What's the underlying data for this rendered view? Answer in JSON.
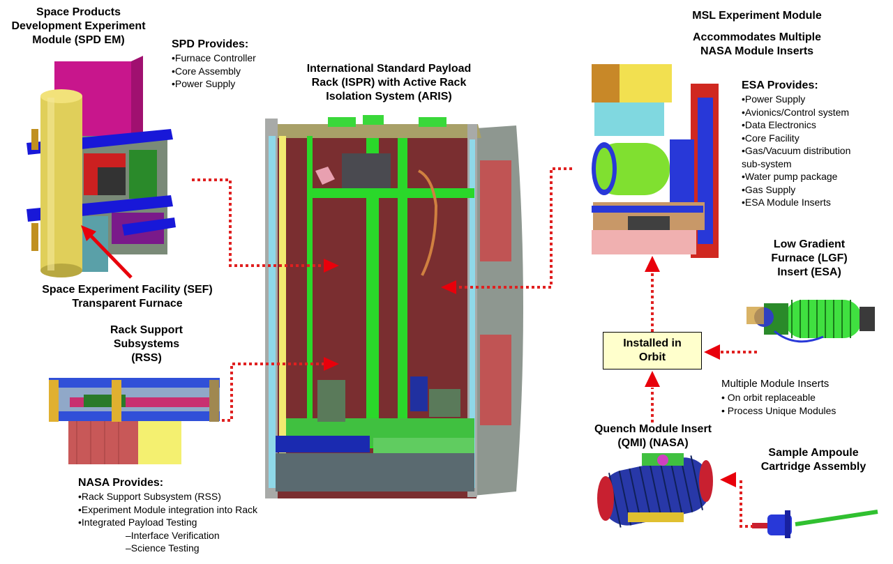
{
  "spd_em_title": [
    "Space Products",
    "Development Experiment",
    "Module (SPD EM)"
  ],
  "spd_provides": {
    "heading": "SPD Provides:",
    "items": [
      "•Furnace Controller",
      "•Core Assembly",
      "•Power Supply"
    ]
  },
  "ispr_title": [
    "International Standard Payload",
    "Rack (ISPR) with Active Rack",
    "Isolation System (ARIS)"
  ],
  "msl_title": "MSL Experiment Module",
  "msl_subtitle": [
    "Accommodates Multiple",
    "NASA Module Inserts"
  ],
  "esa_provides": {
    "heading": "ESA Provides:",
    "items": [
      "•Power Supply",
      "•Avionics/Control system",
      "•Data Electronics",
      "•Core Facility",
      "•Gas/Vacuum distribution",
      "sub-system",
      "•Water pump package",
      "•Gas Supply",
      "•ESA Module Inserts"
    ]
  },
  "sef_label": [
    "Space Experiment Facility (SEF)",
    "Transparent Furnace"
  ],
  "rss_title": [
    "Rack Support",
    "Subsystems",
    "(RSS)"
  ],
  "lgf_title": [
    "Low Gradient",
    "Furnace (LGF)",
    "Insert (ESA)"
  ],
  "installed_box": [
    "Installed in",
    "Orbit"
  ],
  "multiple_inserts": {
    "heading": "Multiple Module Inserts",
    "items": [
      "•  On orbit replaceable",
      "•  Process Unique Modules"
    ]
  },
  "qmi_title": [
    "Quench Module Insert",
    "(QMI) (NASA)"
  ],
  "sample_title": [
    "Sample Ampoule",
    "Cartridge Assembly"
  ],
  "nasa_provides": {
    "heading": "NASA Provides:",
    "items": [
      "•Rack Support Subsystem (RSS)",
      "•Experiment Module integration into Rack",
      "•Integrated Payload Testing"
    ],
    "subitems": [
      "–Interface Verification",
      "–Science Testing"
    ]
  },
  "colors": {
    "arrow": "#e8000b",
    "dotted_arrow": "#e02020",
    "box_fill": "#ffffcc"
  }
}
